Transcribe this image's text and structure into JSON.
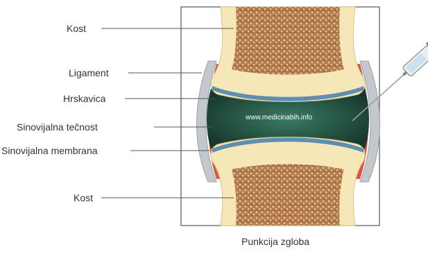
{
  "labels": {
    "bone_top": "Kost",
    "ligament": "Ligament",
    "cartilage": "Hrskavica",
    "synovial_fluid": "Sinovijalna tečnost",
    "synovial_membrane": "Sinovijalna membrana",
    "bone_bottom": "Kost"
  },
  "watermark": "www.medicinabih.info",
  "caption": "Punkcija zgloba",
  "colors": {
    "bone_outer": "#f6e7b8",
    "marrow": "#b37a4c",
    "ligament": "#bfc4c8",
    "membrane": "#d9573f",
    "cartilage": "#5f8fb0",
    "fluid": "#1f4a3c",
    "frame": "#555555"
  },
  "icons": {
    "syringe": "syringe-icon"
  }
}
